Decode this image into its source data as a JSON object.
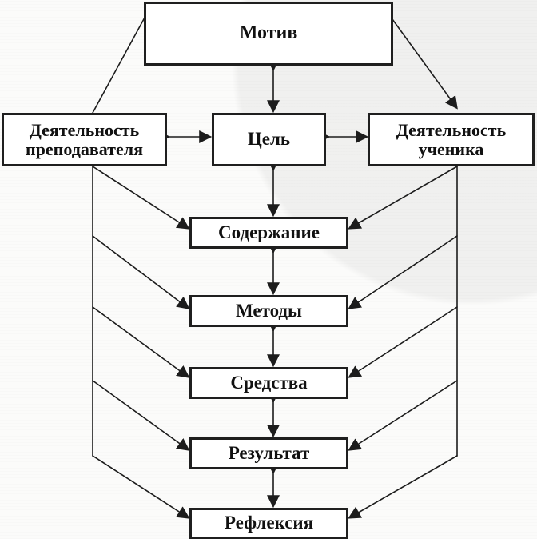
{
  "diagram": {
    "nodes": {
      "motive": "Мотив",
      "teacher_activity": "Деятельность\nпреподавателя",
      "goal": "Цель",
      "student_activity": "Деятельность\nученика",
      "content": "Содержание",
      "methods": "Методы",
      "means": "Средства",
      "result": "Результат",
      "reflection": "Рефлексия"
    }
  }
}
